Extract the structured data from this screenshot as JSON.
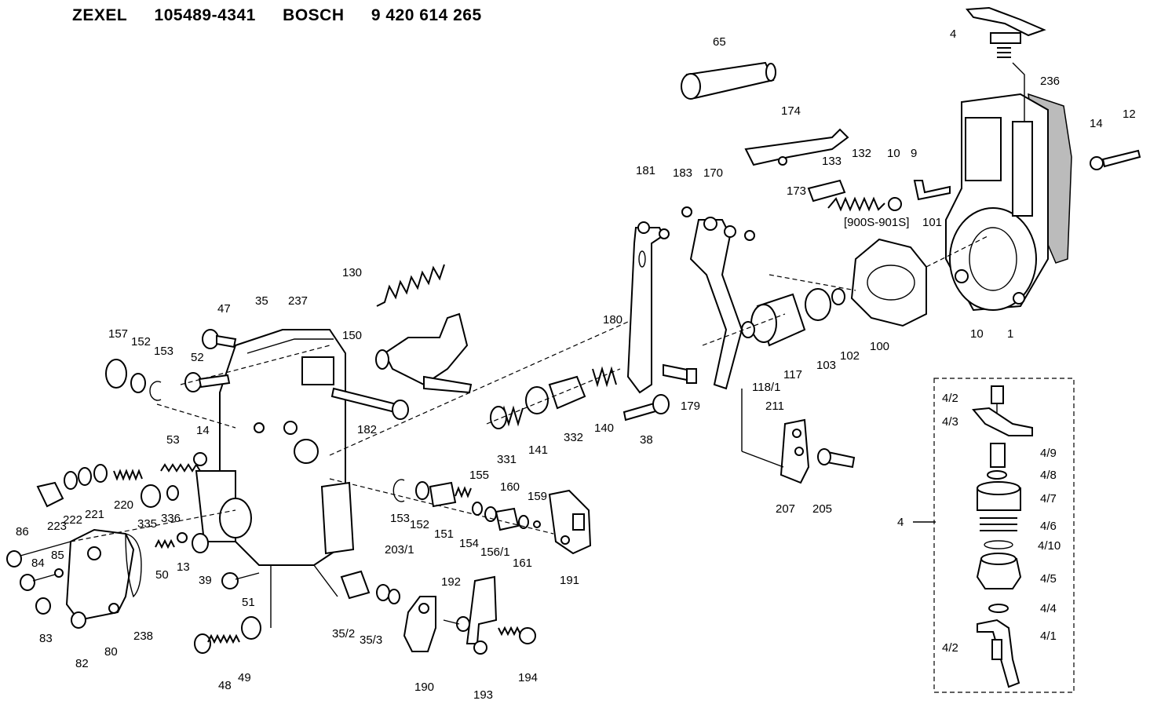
{
  "header": {
    "brand1": "ZEXEL",
    "code1": "105489-4341",
    "brand2": "BOSCH",
    "code2": "9 420 614 265"
  },
  "labels": {
    "l65": "65",
    "l4top": "4",
    "l236": "236",
    "l14a": "14",
    "l12": "12",
    "l174": "174",
    "l132": "132",
    "l133": "133",
    "l10a": "10",
    "l9": "9",
    "l173": "173",
    "l900": "[900S-901S]",
    "l101": "101",
    "l181": "181",
    "l183": "183",
    "l170": "170",
    "l130": "130",
    "l47": "47",
    "l35": "35",
    "l237": "237",
    "l157": "157",
    "l152a": "152",
    "l153a": "153",
    "l52": "52",
    "l150": "150",
    "l180": "180",
    "l100": "100",
    "l102": "102",
    "l103": "103",
    "l117": "117",
    "l118": "118/1",
    "l10b": "10",
    "l1": "1",
    "l182": "182",
    "l179": "179",
    "l38": "38",
    "l140": "140",
    "l332": "332",
    "l141": "141",
    "l331": "331",
    "l53": "53",
    "l14b": "14",
    "l211": "211",
    "l223": "223",
    "l222": "222",
    "l221": "221",
    "l220": "220",
    "l335": "335",
    "l336": "336",
    "l153b": "153",
    "l152b": "152",
    "l151": "151",
    "l154": "154",
    "l155": "155",
    "l156": "156/1",
    "l160": "160",
    "l159": "159",
    "l161": "161",
    "l191": "191",
    "l207": "207",
    "l205": "205",
    "l86": "86",
    "l84": "84",
    "l85": "85",
    "l83": "83",
    "l82": "82",
    "l80": "80",
    "l238": "238",
    "l50": "50",
    "l13": "13",
    "l39": "39",
    "l51": "51",
    "l48": "48",
    "l49": "49",
    "l203": "203/1",
    "l352": "35/2",
    "l353": "35/3",
    "l190": "190",
    "l192": "192",
    "l193": "193",
    "l194": "194",
    "k4": "4",
    "k42a": "4/2",
    "k43": "4/3",
    "k49": "4/9",
    "k48": "4/8",
    "k47": "4/7",
    "k46": "4/6",
    "k410": "4/10",
    "k45": "4/5",
    "k44": "4/4",
    "k41": "4/1",
    "k42b": "4/2"
  }
}
